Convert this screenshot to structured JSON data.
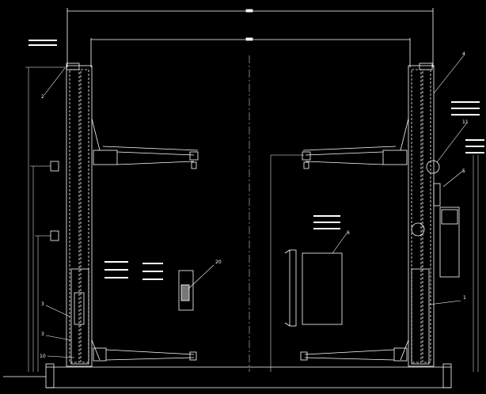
{
  "drawing": {
    "background": "#000000",
    "line_color": "#ffffff",
    "centerline_color": "#d0d0d0",
    "title": "",
    "callouts": [
      {
        "id": "c1",
        "text": "1"
      },
      {
        "id": "c2",
        "text": "2"
      },
      {
        "id": "c3",
        "text": "3"
      },
      {
        "id": "c4",
        "text": "3"
      },
      {
        "id": "c5",
        "text": "4"
      },
      {
        "id": "c6",
        "text": "5"
      },
      {
        "id": "c7",
        "text": "6"
      },
      {
        "id": "c8",
        "text": "10"
      },
      {
        "id": "c9",
        "text": "11"
      },
      {
        "id": "c10",
        "text": "20"
      }
    ],
    "components": {
      "left_column": "left-post-column",
      "right_column": "right-post-column",
      "top_beam": "overhead-beam",
      "left_arm_upper": "left-upper-lift-arm",
      "right_arm_upper": "right-upper-lift-arm",
      "left_arm_lower": "left-lower-lift-arm",
      "right_arm_lower": "right-lower-lift-arm",
      "control_box": "control-box",
      "detail_view": "section-detail"
    }
  }
}
